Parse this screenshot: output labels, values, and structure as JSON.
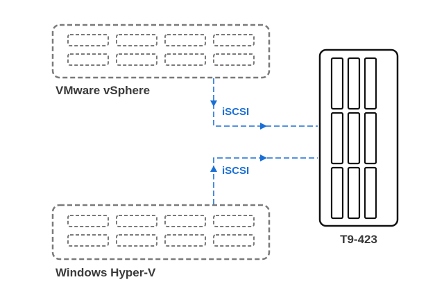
{
  "diagram": {
    "nodes": {
      "vsphere": {
        "label": "VMware vSphere"
      },
      "hyperv": {
        "label": "Windows Hyper-V"
      },
      "storage": {
        "label": "T9-423"
      }
    },
    "connections": [
      {
        "from": "vsphere",
        "to": "storage",
        "label": "iSCSI"
      },
      {
        "from": "hyperv",
        "to": "storage",
        "label": "iSCSI"
      }
    ]
  },
  "colors": {
    "link": "#1a6fd6",
    "outline": "#7a7a7a",
    "storage_outline": "#111111",
    "label": "#3a3a3a"
  }
}
